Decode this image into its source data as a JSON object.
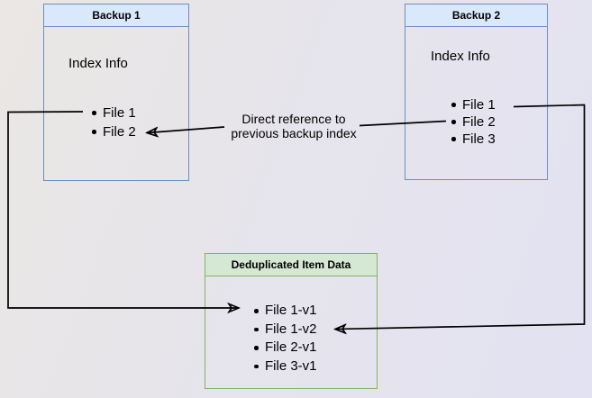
{
  "diagram": {
    "background_gradient": {
      "from": "#eae7e4",
      "to": "#e2e2f2"
    },
    "backup1": {
      "title": "Backup 1",
      "section_label": "Index Info",
      "items": [
        "File 1",
        "File 2"
      ],
      "header_fill": "#dae8fc",
      "border_color": "#6c8ebf"
    },
    "backup2": {
      "title": "Backup 2",
      "section_label": "Index Info",
      "items": [
        "File 1",
        "File 2",
        "File 3"
      ],
      "header_fill": "#dae8fc",
      "border_color": "#6c8ebf"
    },
    "dedup": {
      "title": "Deduplicated Item Data",
      "items": [
        "File 1-v1",
        "File 1-v2",
        "File 2-v1",
        "File 3-v1"
      ],
      "header_fill": "#d5e8d4",
      "border_color": "#82b366"
    },
    "annotation": {
      "line1": "Direct reference to",
      "line2": "previous backup index"
    },
    "arrows": {
      "color": "#000000",
      "descriptions": [
        "Backup 1 index files to deduplicated item data",
        "Backup 2 File 1 to deduplicated File 1-v2",
        "Backup 2 index direct reference to previous backup index (Backup 1 File 2)"
      ]
    }
  }
}
